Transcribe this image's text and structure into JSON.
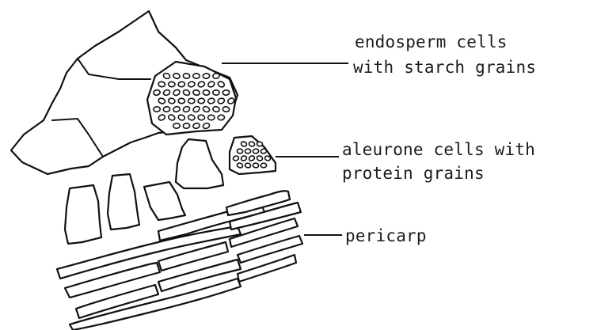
{
  "labels": {
    "endosperm_line1": "endosperm cells",
    "endosperm_line2": "with starch grains",
    "aleurone_line1": "aleurone cells with",
    "aleurone_line2": "protein grains",
    "pericarp": "pericarp"
  },
  "colors": {
    "ink": "#111111",
    "paper": "#ffffff"
  }
}
